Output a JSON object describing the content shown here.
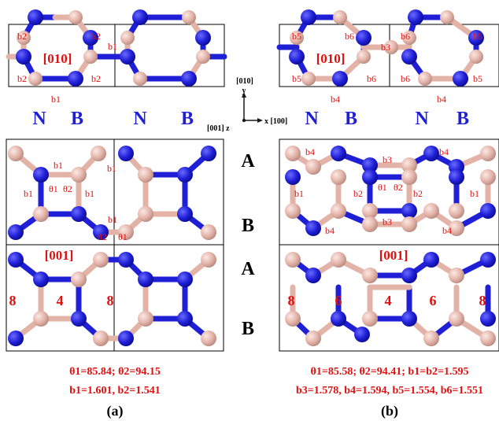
{
  "panel_a": {
    "top_cell": "[010]",
    "top_bonds": [
      "b2",
      "b2",
      "b1",
      "b2",
      "b2",
      "b1"
    ],
    "top_species": [
      "N",
      "B",
      "N",
      "B"
    ],
    "bottom_cell": "[001]",
    "bottom_bonds": [
      "b1",
      "b1",
      "b1",
      "b1",
      "b1"
    ],
    "bottom_angles": [
      "θ1",
      "θ2",
      "θ2",
      "θ1"
    ],
    "rings": [
      "8",
      "4",
      "8"
    ],
    "caption_line1": "θ1=85.84;  θ2=94.15",
    "caption_line2": "b1=1.601, b2=1.541",
    "label": "(a)"
  },
  "panel_b": {
    "top_cell": "[010]",
    "top_bonds": [
      "b5",
      "b6",
      "b6",
      "b5",
      "b3",
      "b5",
      "b6",
      "b6",
      "b5",
      "b4",
      "b4"
    ],
    "top_species": [
      "N",
      "B",
      "N",
      "B"
    ],
    "bottom_cell": "[001]",
    "bottom_bonds": [
      "b4",
      "b3",
      "b4",
      "b1",
      "b2",
      "b2",
      "b1",
      "b4",
      "b3",
      "b4"
    ],
    "bottom_angles": [
      "θ1",
      "θ2"
    ],
    "rings": [
      "8",
      "6",
      "4",
      "6",
      "8"
    ],
    "caption_line1": "θ1=85.58; θ2=94.41; b1=b2=1.595",
    "caption_line2": "b3=1.578, b4=1.594, b5=1.554, b6=1.551",
    "label": "(b)"
  },
  "axes": {
    "y_dir": "[010]",
    "y": "y",
    "x": "x [100]",
    "z": "[001] z"
  },
  "stacking": [
    "A",
    "B",
    "A",
    "B"
  ],
  "colors": {
    "N": "#1f1fd6",
    "B": "#e6b8ad",
    "bond_label": "#e01010",
    "cell": "#000000"
  }
}
